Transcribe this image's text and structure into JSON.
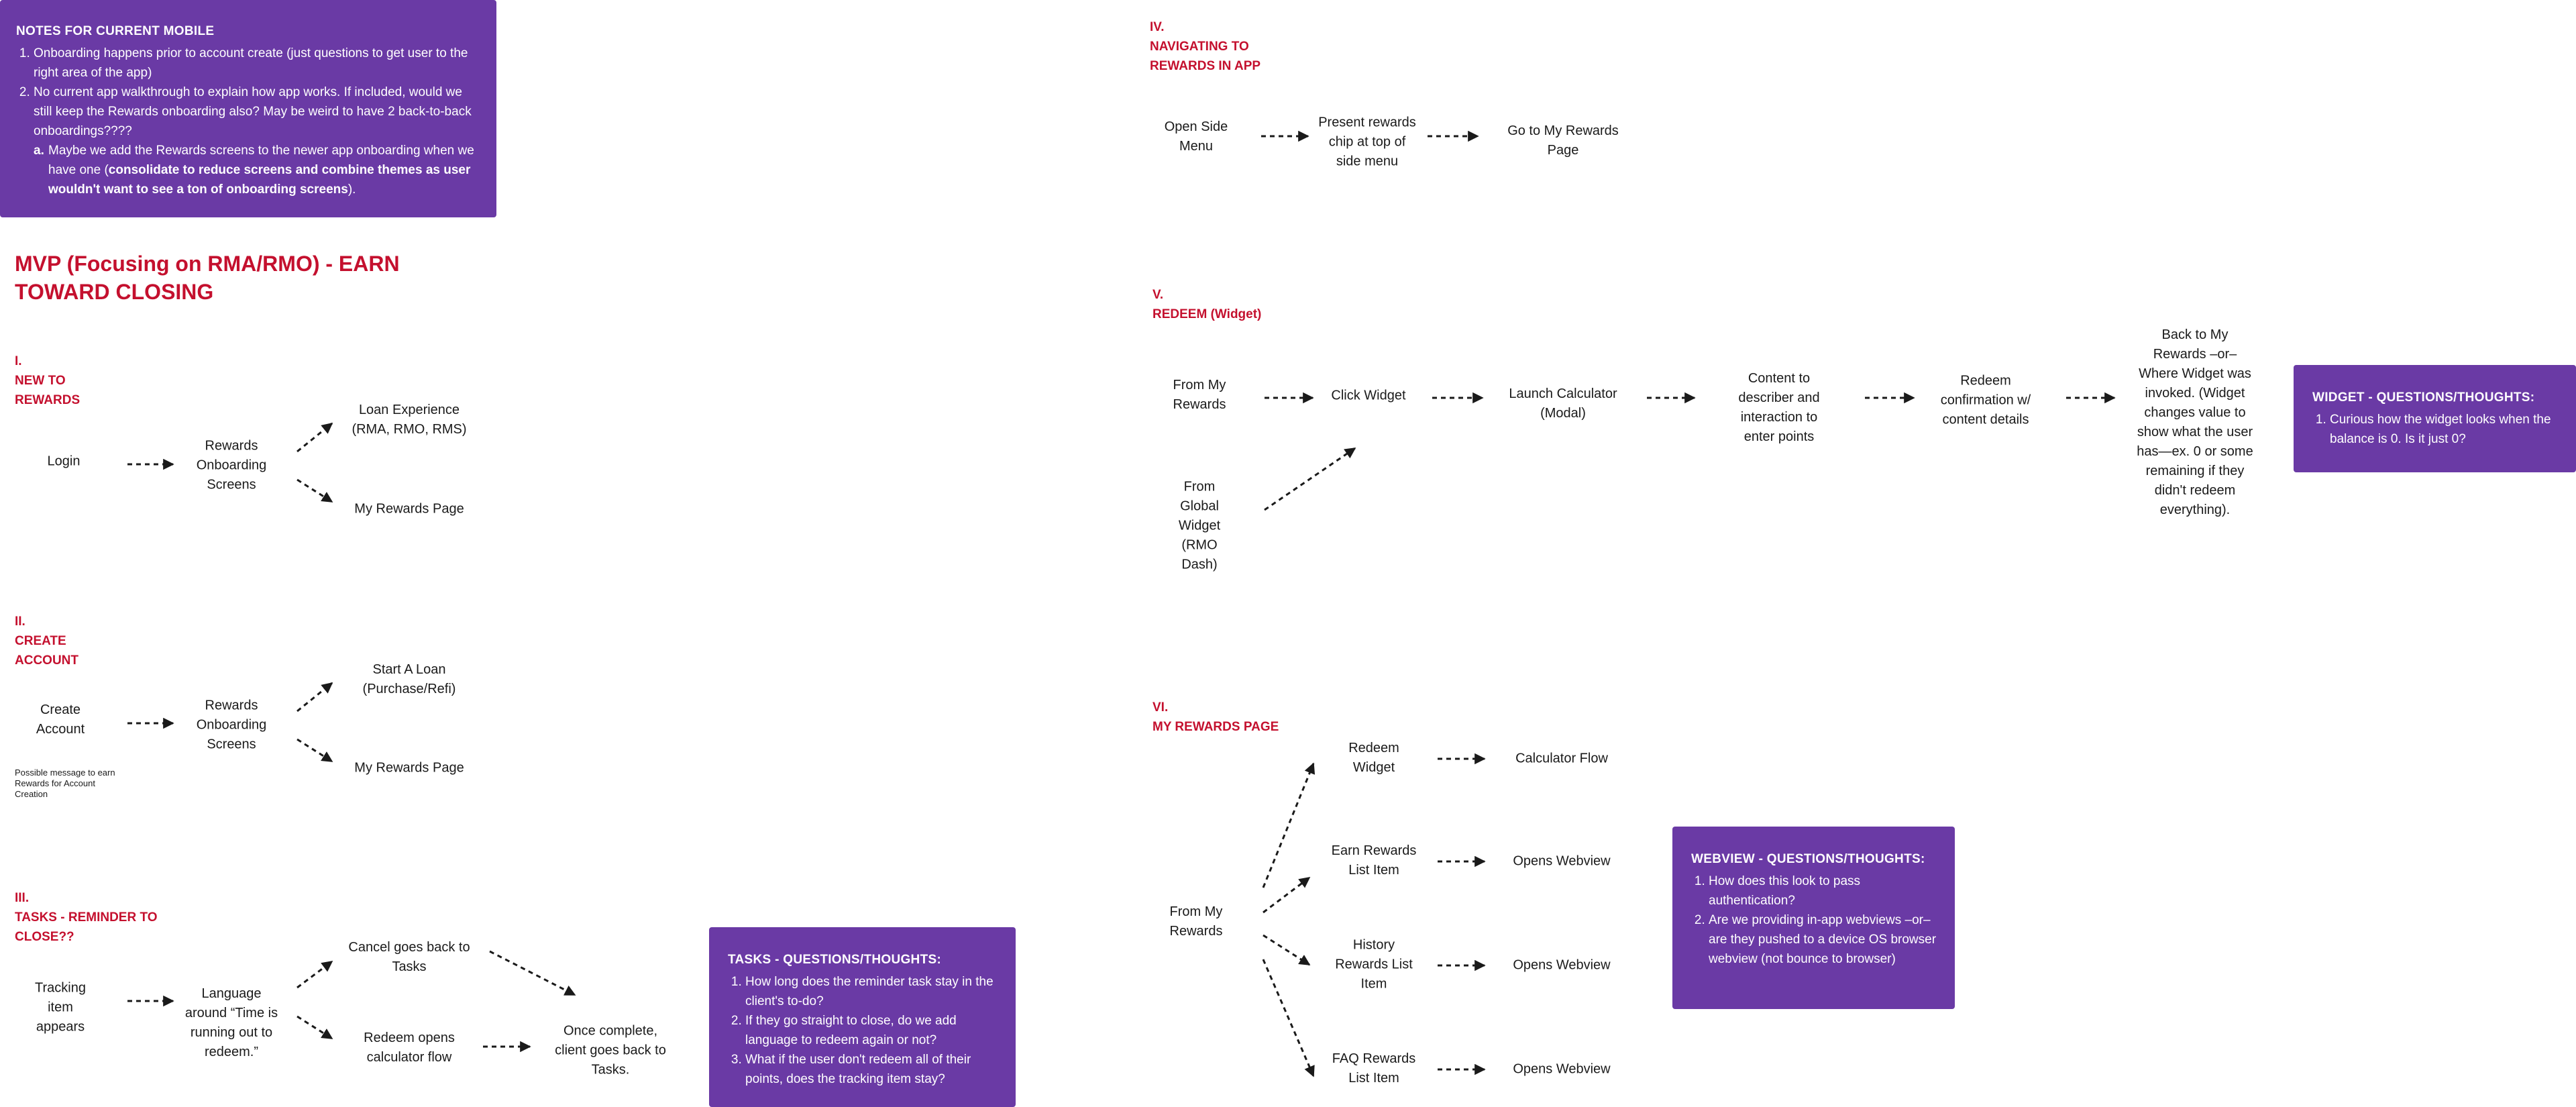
{
  "notes_box": {
    "title": "NOTES FOR CURRENT MOBILE",
    "item1": "Onboarding happens prior to account create (just questions to get user to the right area of the app)",
    "item2": "No current app walkthrough to explain how app works. If included, would we still keep the Rewards onboarding also? May be weird to have 2 back-to-back onboardings????",
    "sub_marker": "a.",
    "sub_text": "Maybe we add the Rewards screens to the newer app onboarding when we have one (",
    "sub_bold": "consolidate to reduce screens and combine themes as user wouldn't want to see a ton of onboarding screens",
    "sub_end": ")."
  },
  "main_heading": "MVP (Focusing on RMA/RMO) - EARN TOWARD CLOSING",
  "section1": {
    "roman": "I.",
    "title": "NEW TO REWARDS",
    "login": "Login",
    "onboarding": "Rewards Onboarding Screens",
    "loan_experience": "Loan Experience (RMA, RMO, RMS)",
    "my_rewards": "My Rewards Page"
  },
  "section2": {
    "roman": "II.",
    "title": "CREATE ACCOUNT",
    "create_account": "Create Account",
    "onboarding": "Rewards Onboarding Screens",
    "start_loan": "Start A Loan (Purchase/Refi)",
    "my_rewards": "My Rewards Page",
    "note": "Possible message to earn Rewards for Account Creation"
  },
  "section3": {
    "roman": "III.",
    "title": "TASKS - REMINDER TO CLOSE??",
    "tracking": "Tracking item appears",
    "language": "Language around “Time is running out to redeem.”",
    "cancel": "Cancel goes back to Tasks",
    "redeem_opens": "Redeem opens calculator flow",
    "once_complete": "Once complete, client goes back to Tasks."
  },
  "tasks_box": {
    "title": "TASKS - QUESTIONS/THOUGHTS:",
    "items": [
      "How long does the reminder task stay in the client's to-do?",
      "If they go straight to close, do we add language to redeem again or not?",
      "What if the user don't redeem all of their points, does the tracking item stay?"
    ]
  },
  "section4": {
    "roman": "IV.",
    "title": "NAVIGATING TO REWARDS IN APP",
    "open_side_menu": "Open Side Menu",
    "present_chip": "Present rewards chip at top of side menu",
    "go_to_rewards": "Go to My Rewards Page"
  },
  "section5": {
    "roman": "V.",
    "title": "REDEEM (Widget)",
    "from_my_rewards": "From My Rewards",
    "from_global": "From Global Widget (RMO Dash)",
    "click_widget": "Click Widget",
    "launch_calc": "Launch Calculator (Modal)",
    "content": "Content to describer and interaction to enter points",
    "redeem_confirm": "Redeem confirmation w/ content details",
    "back_to": "Back to My Rewards –or– Where Widget was invoked. (Widget changes value to show what the user has—ex. 0 or some remaining if they didn't redeem everything)."
  },
  "widget_box": {
    "title": "WIDGET - QUESTIONS/THOUGHTS:",
    "items": [
      "Curious how the widget looks when the balance is 0. Is it just 0?"
    ]
  },
  "section6": {
    "roman": "VI.",
    "title": "MY REWARDS PAGE",
    "from_my_rewards": "From My Rewards",
    "redeem_widget": "Redeem Widget",
    "calc_flow": "Calculator Flow",
    "earn_item": "Earn Rewards List Item",
    "history_item": "History Rewards List Item",
    "faq_item": "FAQ Rewards List Item",
    "opens_webview_1": "Opens Webview",
    "opens_webview_2": "Opens Webview",
    "opens_webview_3": "Opens Webview"
  },
  "webview_box": {
    "title": "WEBVIEW - QUESTIONS/THOUGHTS:",
    "items": [
      "How does this look to pass authentication?",
      "Are we providing in-app webviews –or– are they pushed to a device OS browser webview (not bounce to browser)"
    ]
  },
  "colors": {
    "accent_red": "#c4102e",
    "box_purple": "#6a3aa5",
    "arrow": "#1a1a1a"
  }
}
